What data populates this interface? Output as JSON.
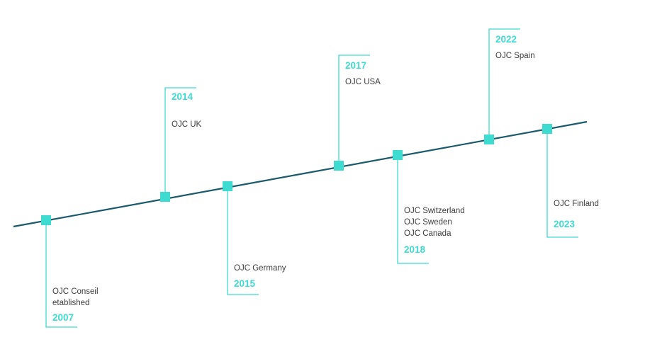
{
  "colors": {
    "timeline_line": "#1b5a6b",
    "accent": "#3ddbd0",
    "text": "#3d3d3d"
  },
  "milestones": [
    {
      "year": "2007",
      "lines": [
        "OJC Conseil",
        "etablished"
      ]
    },
    {
      "year": "2014",
      "lines": [
        "OJC UK"
      ]
    },
    {
      "year": "2015",
      "lines": [
        "OJC Germany"
      ]
    },
    {
      "year": "2017",
      "lines": [
        "OJC USA"
      ]
    },
    {
      "year": "2018",
      "lines": [
        "OJC Switzerland",
        "OJC Sweden",
        "OJC Canada"
      ]
    },
    {
      "year": "2022",
      "lines": [
        "OJC Spain"
      ]
    },
    {
      "year": "2023",
      "lines": [
        "OJC Finland"
      ]
    }
  ]
}
